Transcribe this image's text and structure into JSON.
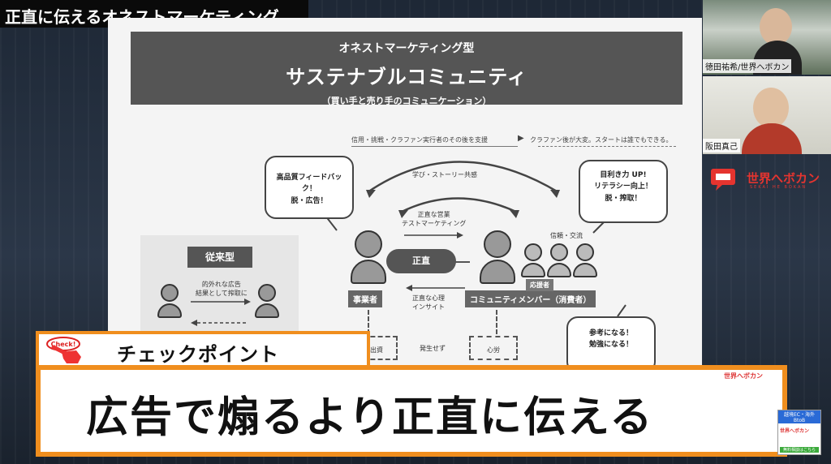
{
  "overlay_title": "正直に伝えるオネストマーケティング",
  "slide": {
    "subtitle": "オネストマーケティング型",
    "title": "サステナブルコミュニティ",
    "paren": "（買い手と売り手のコミュニケーション）",
    "note_left": "信用・挑戦・クラファン実行者のその後を支援",
    "note_arrow": "▶",
    "note_right": "クラファン後が大変。スタートは誰でもできる。",
    "bubble_left": [
      "高品質フィードバック！",
      "脱・広告！"
    ],
    "bubble_right": [
      "目利き力 UP!",
      "リテラシー向上！",
      "脱・搾取！"
    ],
    "bubble_bottom": [
      "参考になる！",
      "勉強になる！"
    ],
    "learn_label": "学び・ストーリー共感",
    "honest_sales": [
      "正直な営業",
      "テストマーケティング"
    ],
    "honest_psych": [
      "正直な心理",
      "インサイト"
    ],
    "trust_label": "信頼・交流",
    "pill": "正直",
    "business_tag": "事業者",
    "community_tag": "コミュニティメンバー（消費者）",
    "supporter_tag": "応援者",
    "old_title": "従来型",
    "old_labels": [
      "的外れな広告",
      "結果として搾取に"
    ],
    "partial_labels": [
      "出資",
      "発生せず",
      "心労"
    ]
  },
  "checkpoint": {
    "label": "チェックポイント",
    "logo_text": "Check!"
  },
  "banner": {
    "text": "広告で煽るより正直に伝える",
    "brand": "世界へボカン"
  },
  "participants": [
    {
      "name": "徳田祐希/世界へボカン"
    },
    {
      "name": "阪田真己"
    }
  ],
  "brand_logo": {
    "text": "世界へボカン",
    "sub": "SEKAI HE BOKAN"
  },
  "ad": {
    "top": "越境EC・海外BtoB",
    "mid": "世界へボカン",
    "bottom": "無料相談はこちら"
  },
  "colors": {
    "accent": "#f08e1e",
    "brand": "#e5342f",
    "slide_dark": "#555555"
  }
}
